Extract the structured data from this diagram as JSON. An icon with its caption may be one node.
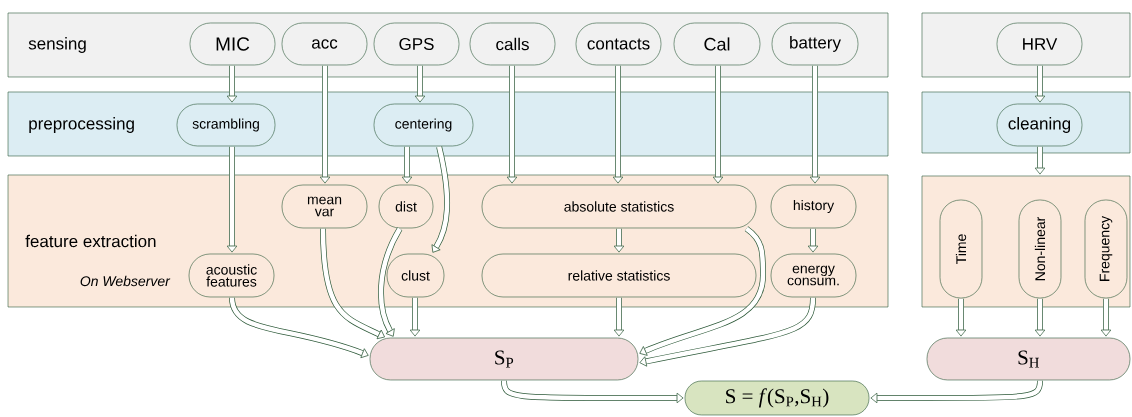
{
  "diagram": {
    "nodes": [
      {
        "text": [
          "sensing"
        ]
      },
      {
        "text": [
          "preprocessing"
        ]
      },
      {
        "text": [
          "feature extraction",
          "On Webserver"
        ]
      },
      {
        "text": [],
        "shape": "box"
      },
      {
        "text": [],
        "shape": "box"
      },
      {
        "text": [],
        "shape": "box"
      },
      {
        "text": [
          "MIC"
        ],
        "in": 0
      },
      {
        "text": [
          "acc"
        ],
        "in": 0
      },
      {
        "text": [
          "GPS"
        ],
        "in": 0
      },
      {
        "text": [
          "calls"
        ],
        "in": 0
      },
      {
        "text": [
          "contacts"
        ],
        "in": 0
      },
      {
        "text": [
          "Cal"
        ],
        "in": 0
      },
      {
        "text": [
          "battery"
        ],
        "in": 0
      },
      {
        "text": [
          "HRV"
        ],
        "in": 3
      },
      {
        "text": [
          "scrambling"
        ],
        "in": 1
      },
      {
        "text": [
          "centering"
        ],
        "in": 1
      },
      {
        "text": [
          "cleaning"
        ],
        "in": 4
      },
      {
        "text": [
          "mean var"
        ],
        "in": 2
      },
      {
        "text": [
          "dist"
        ],
        "in": 2
      },
      {
        "text": [
          "absolute statistics"
        ],
        "in": 2
      },
      {
        "text": [
          "history"
        ],
        "in": 2
      },
      {
        "text": [
          "acoustic features"
        ],
        "in": 2
      },
      {
        "text": [
          "clust"
        ],
        "in": 2
      },
      {
        "text": [
          "relative statistics"
        ],
        "in": 2
      },
      {
        "text": [
          "energy consum."
        ],
        "in": 2
      },
      {
        "text": [
          "Time"
        ],
        "in": 5
      },
      {
        "text": [
          "Non-linear"
        ],
        "in": 5
      },
      {
        "text": [
          "Frequency"
        ],
        "in": 5
      },
      {
        "text": [
          "S$_{P}$"
        ]
      },
      {
        "text": [
          "S$_{H}$"
        ]
      },
      {
        "text": [
          "S = *f*(S$_{P}$,S$_{H}$)"
        ]
      }
    ],
    "edges": [
      {
        "from": 6,
        "to": 14,
        "arrow": "to"
      },
      {
        "from": 7,
        "to": 17,
        "arrow": "to"
      },
      {
        "from": 8,
        "to": 15,
        "arrow": "to"
      },
      {
        "from": 9,
        "to": 19,
        "arrow": "to"
      },
      {
        "from": 10,
        "to": 19,
        "arrow": "to"
      },
      {
        "from": 11,
        "to": 19,
        "arrow": "to"
      },
      {
        "from": 12,
        "to": 20,
        "arrow": "to"
      },
      {
        "from": 13,
        "to": 16,
        "arrow": "to"
      },
      {
        "from": 14,
        "to": 21,
        "arrow": "to"
      },
      {
        "from": 15,
        "to": 18,
        "arrow": "to"
      },
      {
        "from": 15,
        "to": 22,
        "arrow": "to"
      },
      {
        "from": 16,
        "to": 5,
        "arrow": "to"
      },
      {
        "from": 19,
        "to": 23,
        "arrow": "to"
      },
      {
        "from": 20,
        "to": 24,
        "arrow": "to"
      },
      {
        "from": 21,
        "to": 28,
        "arrow": "to"
      },
      {
        "from": 17,
        "to": 28,
        "arrow": "to"
      },
      {
        "from": 18,
        "to": 28,
        "arrow": "to"
      },
      {
        "from": 22,
        "to": 28,
        "arrow": "to"
      },
      {
        "from": 23,
        "to": 28,
        "arrow": "to"
      },
      {
        "from": 19,
        "to": 28,
        "arrow": "to"
      },
      {
        "from": 24,
        "to": 28,
        "arrow": "to"
      },
      {
        "from": 25,
        "to": 29,
        "arrow": "to"
      },
      {
        "from": 26,
        "to": 29,
        "arrow": "to"
      },
      {
        "from": 27,
        "to": 29,
        "arrow": "to"
      },
      {
        "from": 28,
        "to": 30,
        "arrow": "to"
      },
      {
        "from": 29,
        "to": 30,
        "arrow": "to"
      }
    ]
  }
}
